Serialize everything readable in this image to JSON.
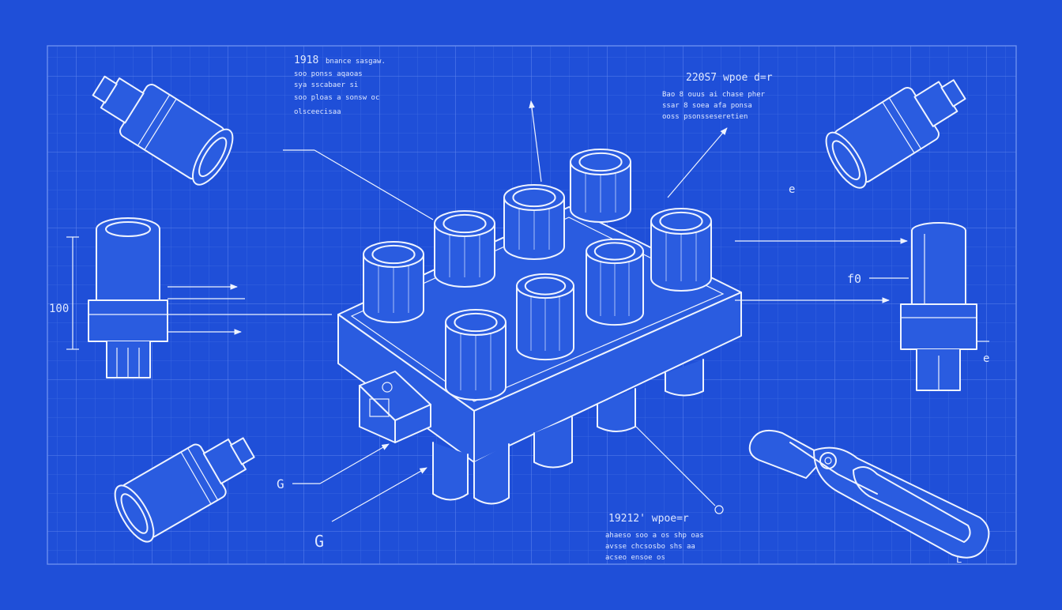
{
  "colors": {
    "background": "#1f4fd8",
    "grid": "#4f79ea",
    "ink": "#eef3ff"
  },
  "annotations": {
    "top_left": {
      "heading": "1918",
      "lines": [
        "bnance sasgaw.",
        "soo ponss aqaoas",
        "sya sscabaer si",
        "soo ploas a sonsw oc",
        "olsceecisaa"
      ]
    },
    "top_right": {
      "heading": "220S7 wpoe d=r",
      "lines": [
        "Bao 8 ouus ai chase pher",
        "ssar 8 soea afa ponsa",
        "ooss psonsseseretien"
      ]
    },
    "bottom_center": {
      "heading": "19212' wpoe=r",
      "lines": [
        "ahaeso soo a os shp oas",
        "avsse chcsosbo shs aa",
        "acseo ensoe os"
      ]
    }
  },
  "labels": {
    "left_dimension": "100",
    "right_part": "f0",
    "right_part_tag": "e",
    "top_right_tag": "e",
    "bottom_left_1": "G",
    "bottom_left_2": "G",
    "bottom_right_tag": "L"
  },
  "icons": [
    "connector-block",
    "cable-gland",
    "pliers-tool"
  ]
}
